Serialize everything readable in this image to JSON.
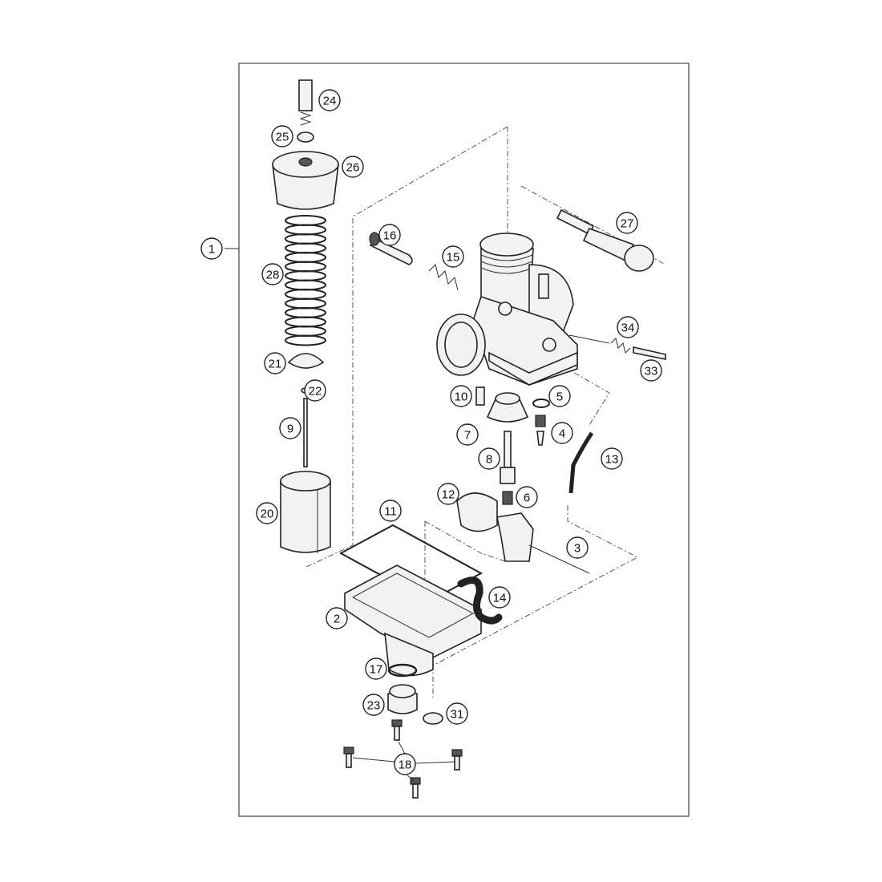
{
  "diagram": {
    "title": "Carburetor exploded parts diagram",
    "callouts": [
      "1",
      "24",
      "25",
      "26",
      "27",
      "16",
      "15",
      "28",
      "34",
      "33",
      "21",
      "22",
      "10",
      "5",
      "9",
      "7",
      "4",
      "13",
      "8",
      "12",
      "6",
      "20",
      "11",
      "3",
      "14",
      "2",
      "17",
      "23",
      "31",
      "18"
    ]
  }
}
